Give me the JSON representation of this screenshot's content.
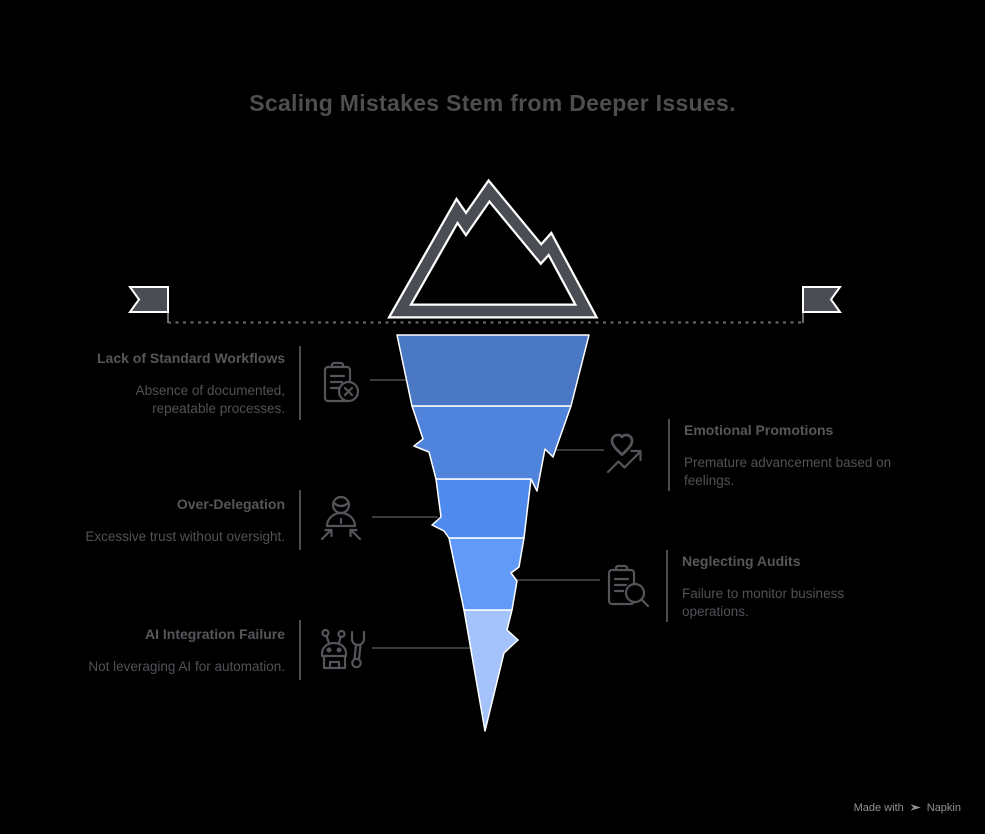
{
  "title": "Scaling Mistakes Stem from Deeper Issues.",
  "left_items": [
    {
      "title": "Lack of Standard Workflows",
      "description": "Absence of documented, repeatable processes.",
      "icon": "clipboard-x-icon"
    },
    {
      "title": "Over-Delegation",
      "description": "Excessive trust without oversight.",
      "icon": "delegation-person-icon"
    },
    {
      "title": "AI Integration Failure",
      "description": "Not leveraging AI for automation.",
      "icon": "robot-wrench-icon"
    }
  ],
  "right_items": [
    {
      "title": "Emotional Promotions",
      "description": "Premature advancement based on feelings.",
      "icon": "heart-trend-icon"
    },
    {
      "title": "Neglecting Audits",
      "description": "Failure to monitor business operations.",
      "icon": "clipboard-search-icon"
    }
  ],
  "funnel": {
    "type": "funnel",
    "band_colors": [
      "#4a78c4",
      "#5083dc",
      "#4f8bee",
      "#619bf7",
      "#a4c3fa"
    ],
    "levels": [
      "Lack of Standard Workflows",
      "Emotional Promotions",
      "Over-Delegation",
      "Neglecting Audits",
      "AI Integration Failure"
    ]
  },
  "footer": {
    "made_with": "Made with",
    "brand": "Napkin"
  },
  "colors": {
    "background": "#000000",
    "title_text": "#4e4e4e",
    "label_title": "#56575b",
    "label_body": "#515257",
    "line_gray": "#4b4d51",
    "structure_gray": "#4a4e54",
    "water_dash": "#6f6f6f",
    "band_separator": "#ffffff",
    "footer_text": "#919297"
  }
}
